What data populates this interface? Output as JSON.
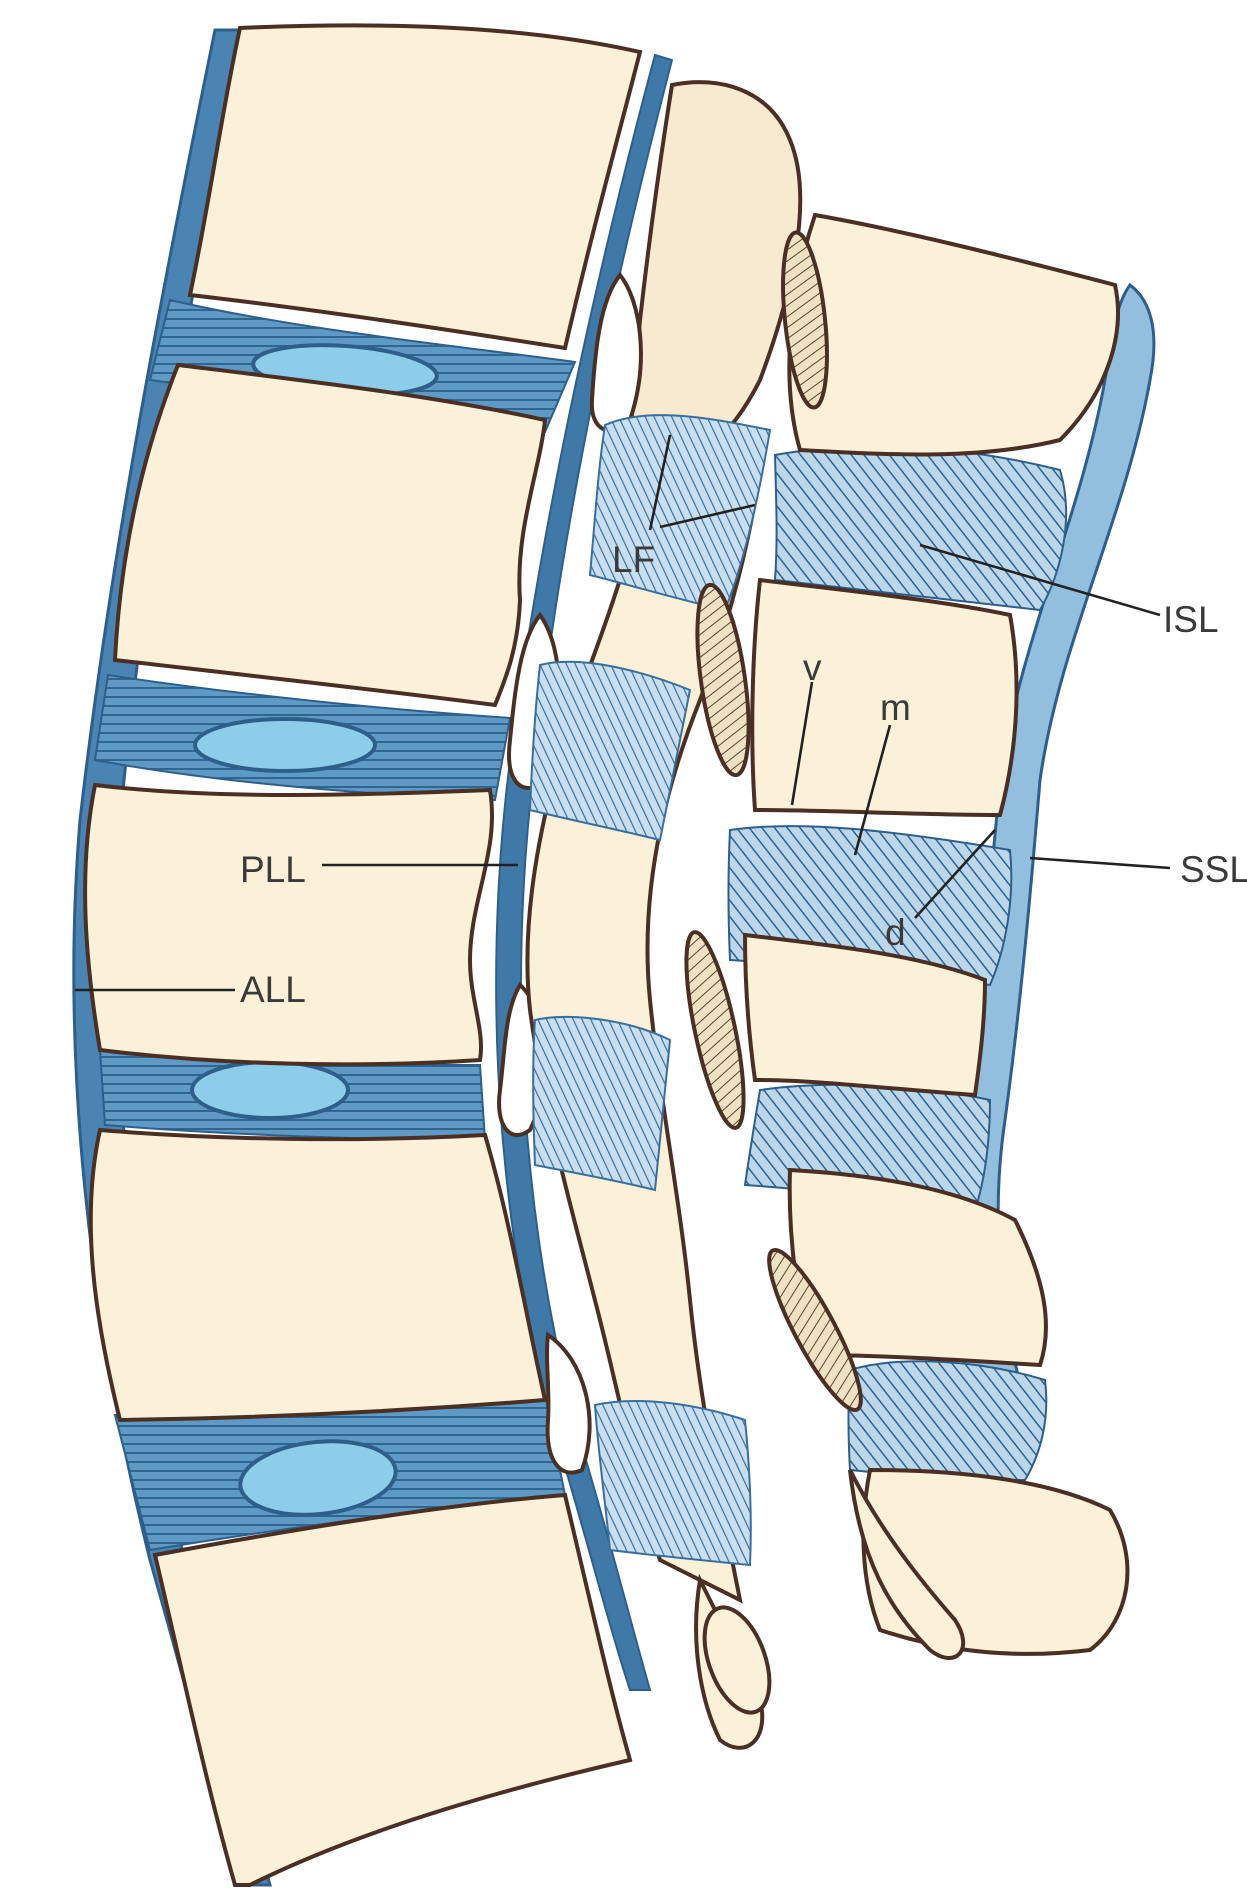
{
  "colors": {
    "bone_fill": "#fbf1d8",
    "bone_outline": "#4a3024",
    "ligament": "#3f79a8",
    "ligament_light": "#93bfdf",
    "disc_fill": "#8ecdea",
    "fibre": "#2e628f",
    "background": "#ffffff",
    "label_text": "#3a3a3a"
  },
  "labels": {
    "lf": "LF",
    "isl": "ISL",
    "v": "v",
    "m": "m",
    "pll": "PLL",
    "ssl": "SSL",
    "d": "d",
    "all": "ALL"
  }
}
